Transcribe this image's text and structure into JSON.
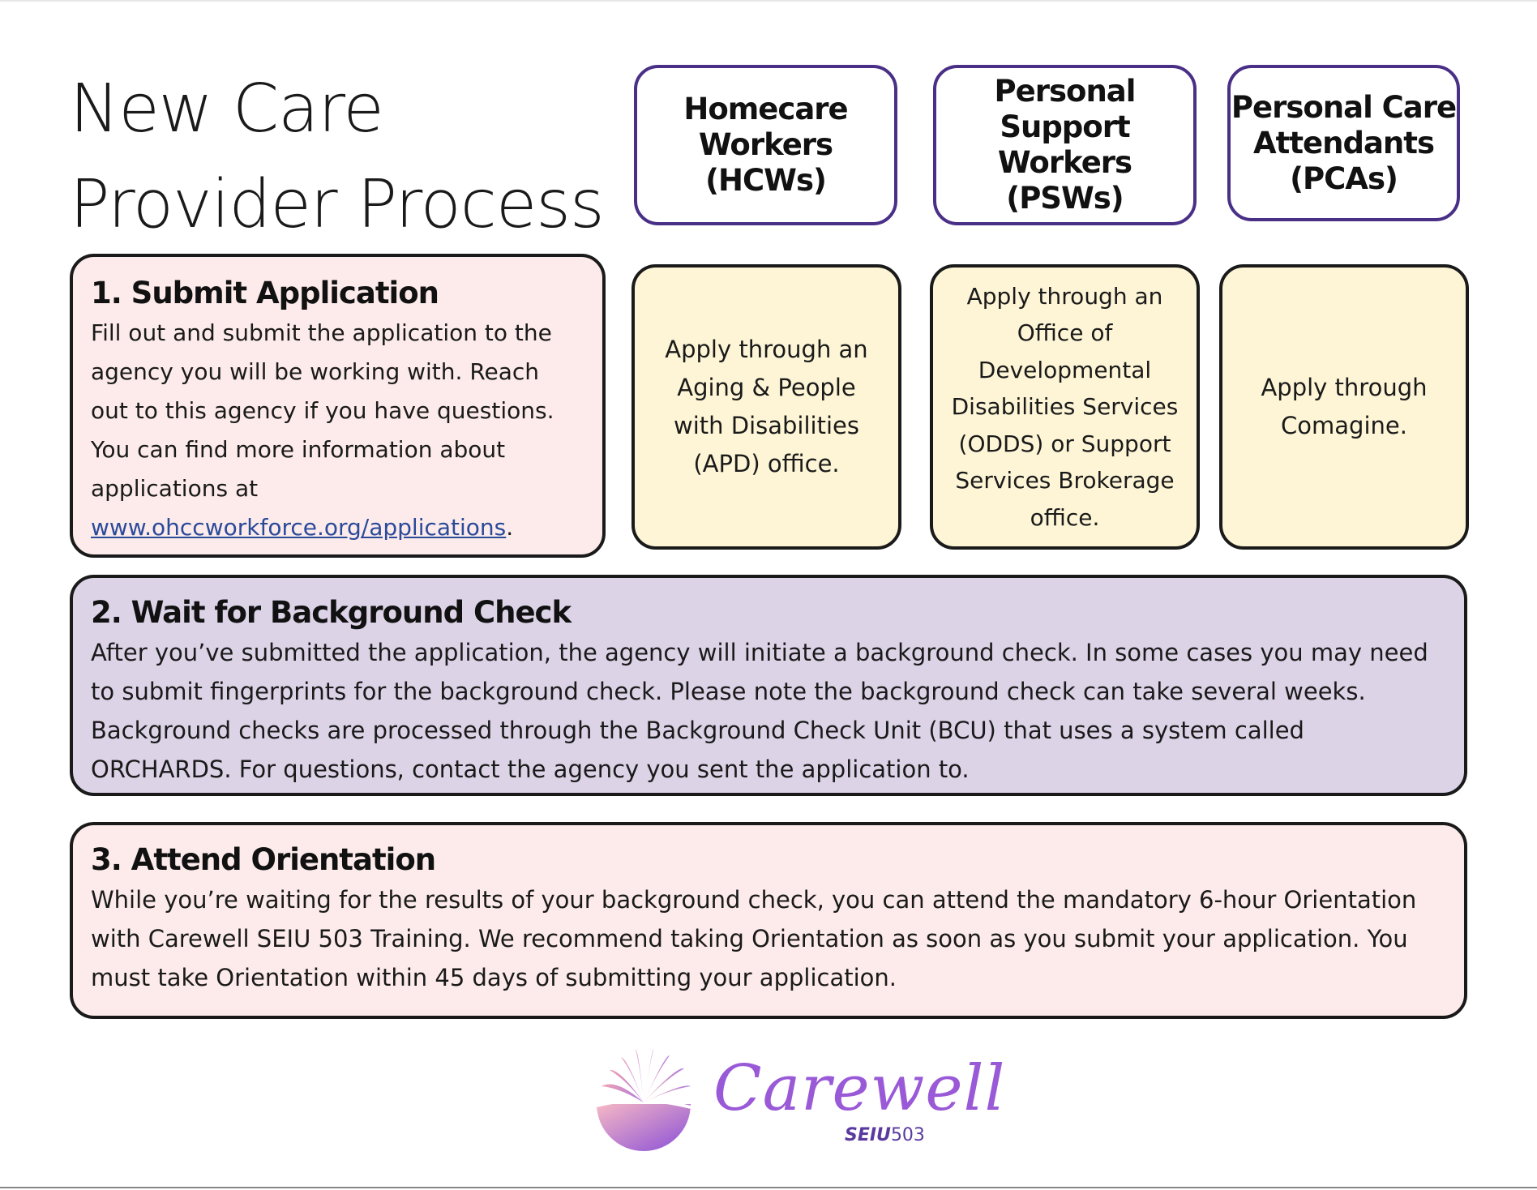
{
  "title": {
    "line1": "New Care",
    "line2": "Provider Process"
  },
  "columns": [
    {
      "header": "Homecare Workers (HCWs)",
      "header_l1": "Homecare",
      "header_l2": "Workers (HCWs)",
      "step1_text": "Apply through an Aging & People with Disabilities (APD) office."
    },
    {
      "header": "Personal Support Workers (PSWs)",
      "header_l1": "Personal Support",
      "header_l2": "Workers (PSWs)",
      "step1_text": "Apply through an Office of Developmental Disabilities Services (ODDS) or Support Services Brokerage office."
    },
    {
      "header": "Personal Care Attendants (PCAs)",
      "header_l1": "Personal Care",
      "header_l2": "Attendants",
      "header_l3": "(PCAs)",
      "step1_text": "Apply through Comagine."
    }
  ],
  "steps": [
    {
      "title": "1. Submit Application",
      "body_text": "Fill out and submit the application to the agency you will be working with. Reach out to this agency if you have questions. You can find more information about applications at",
      "link_text": "www.ohccworkforce.org/applications",
      "body_end": "."
    },
    {
      "title": "2. Wait for Background Check",
      "body_text": "After you’ve submitted the application, the agency will initiate a background check. In some cases you may need to submit fingerprints for the background check. Please note the background check can take several weeks. Background checks are processed through the Background Check Unit (BCU) that uses a system called ORCHARDS. For questions, contact the agency you sent the application to."
    },
    {
      "title": "3. Attend Orientation",
      "body_text": "While you’re waiting for the results of your background check, you can attend the mandatory 6-hour Orientation with Carewell SEIU 503 Training. We recommend taking Orientation as soon as you submit your application. You must take Orientation within 45 days of submitting your application."
    }
  ],
  "logo": {
    "wordmark": "Carewell",
    "sub_bold": "SEIU",
    "sub_num": "503"
  },
  "colors": {
    "header_border": "#4a2f87",
    "step1_bg": "#fcebea",
    "step2_bg": "#dcd3e7",
    "step3_bg": "#fcebea",
    "cell_bg": "#fdf5d6",
    "link": "#2a4a9a",
    "logo_purple": "#9a5ad8"
  }
}
